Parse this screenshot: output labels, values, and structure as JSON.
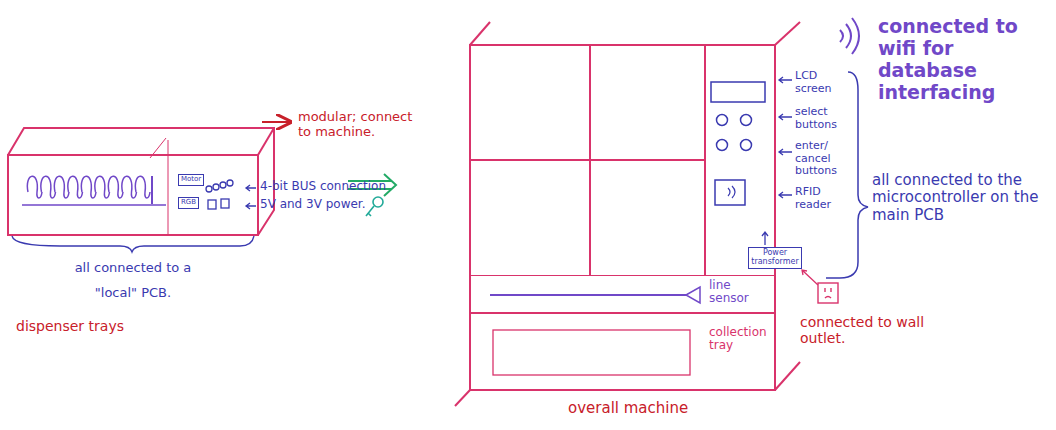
{
  "diagram": {
    "nodes": [
      {
        "text": [
          "Motor"
        ]
      },
      {
        "text": [
          "RGB"
        ]
      },
      {
        "text": [
          "line sensor"
        ]
      },
      {
        "text": [
          "collection tray"
        ]
      },
      {
        "text": [
          "Power transformer"
        ]
      }
    ],
    "labels": [
      "modular; connect to machine.",
      "4-bit BUS connection",
      "5V and 3V power.",
      "all connected to a \"local\" PCB.",
      "dispenser trays",
      "LCD screen",
      "select buttons",
      "enter/ cancel buttons",
      "RFID reader",
      "connected to wifi for database interfacing",
      "all connected to the microcontroller on the main PCB",
      "connected to wall outlet.",
      "overall machine"
    ]
  }
}
